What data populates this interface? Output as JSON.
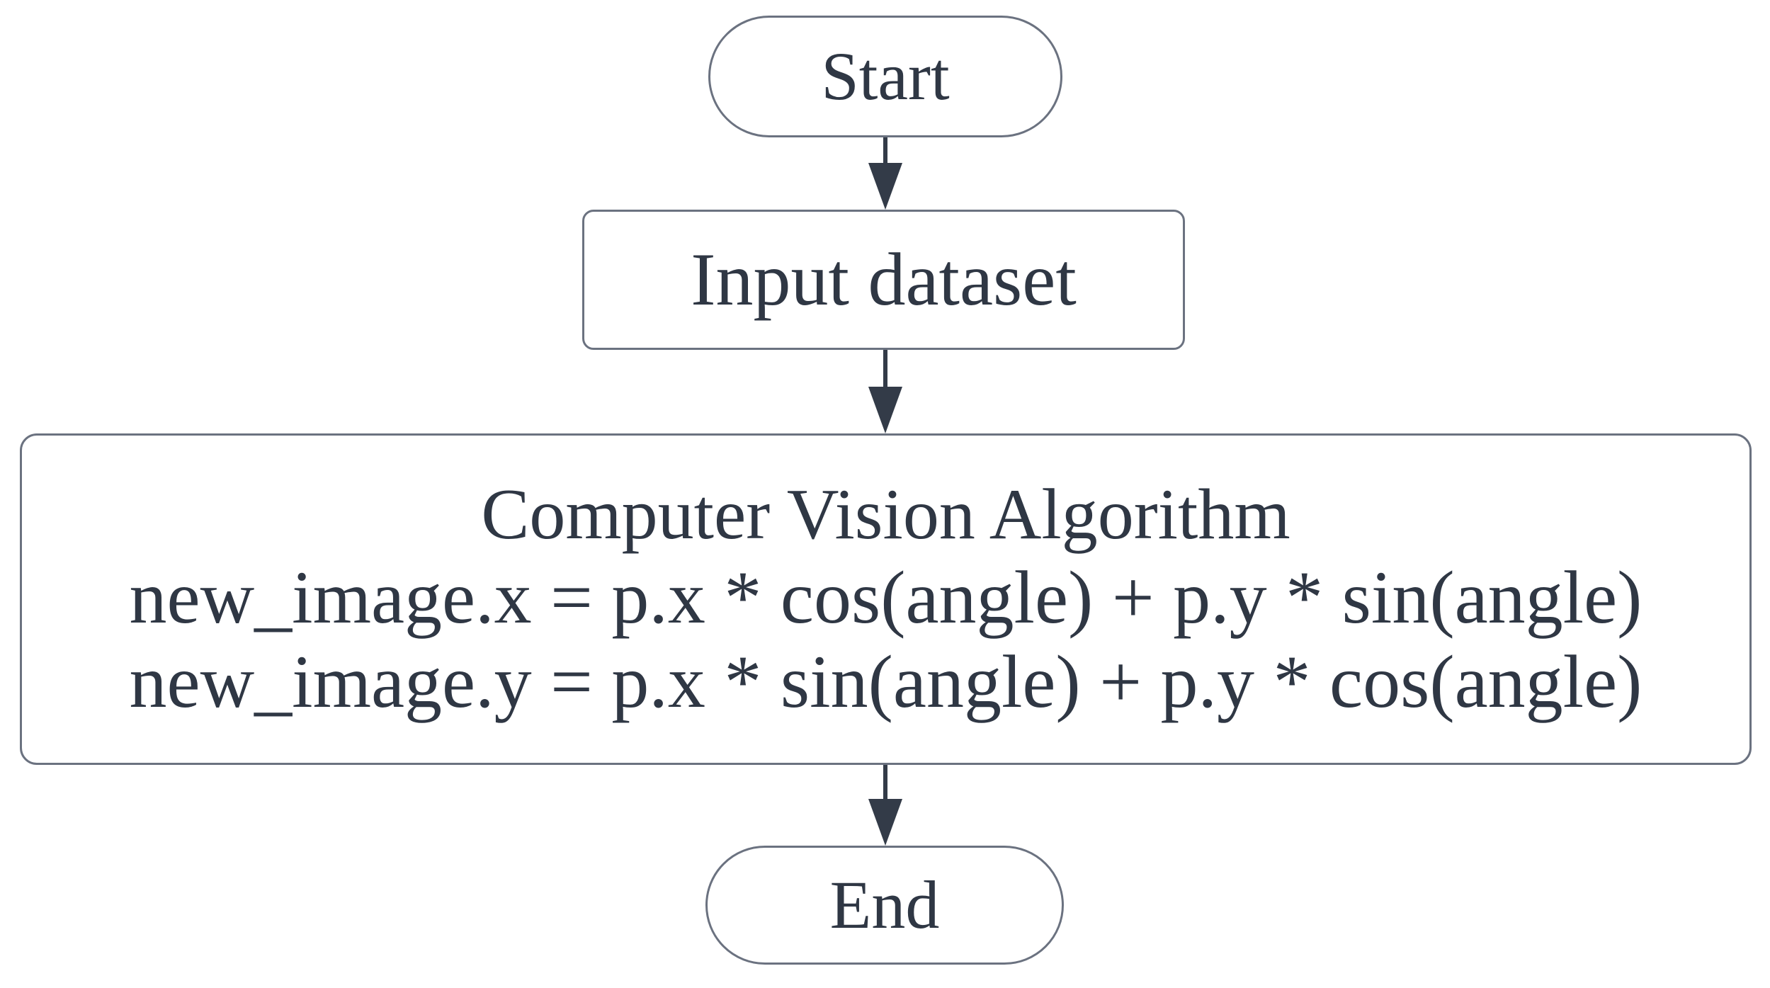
{
  "diagram_type": "flowchart",
  "nodes": {
    "start": {
      "label": "Start",
      "shape": "stadium"
    },
    "input": {
      "label": "Input dataset",
      "shape": "rectangle"
    },
    "algorithm": {
      "title": "Computer Vision Algorithm",
      "formula_x": "new_image.x = p.x * cos(angle) + p.y * sin(angle)",
      "formula_y": "new_image.y = p.x * sin(angle) + p.y * cos(angle)",
      "shape": "rectangle"
    },
    "end": {
      "label": "End",
      "shape": "stadium"
    }
  },
  "edges": [
    {
      "from": "start",
      "to": "input",
      "style": "arrow-down"
    },
    {
      "from": "input",
      "to": "algorithm",
      "style": "arrow-down"
    },
    {
      "from": "algorithm",
      "to": "end",
      "style": "arrow-down"
    }
  ],
  "colors": {
    "background": "#ffffff",
    "node_fill": "#ffffff",
    "node_border": "#6b7280",
    "text": "#2f3744",
    "arrow": "#333b48"
  }
}
